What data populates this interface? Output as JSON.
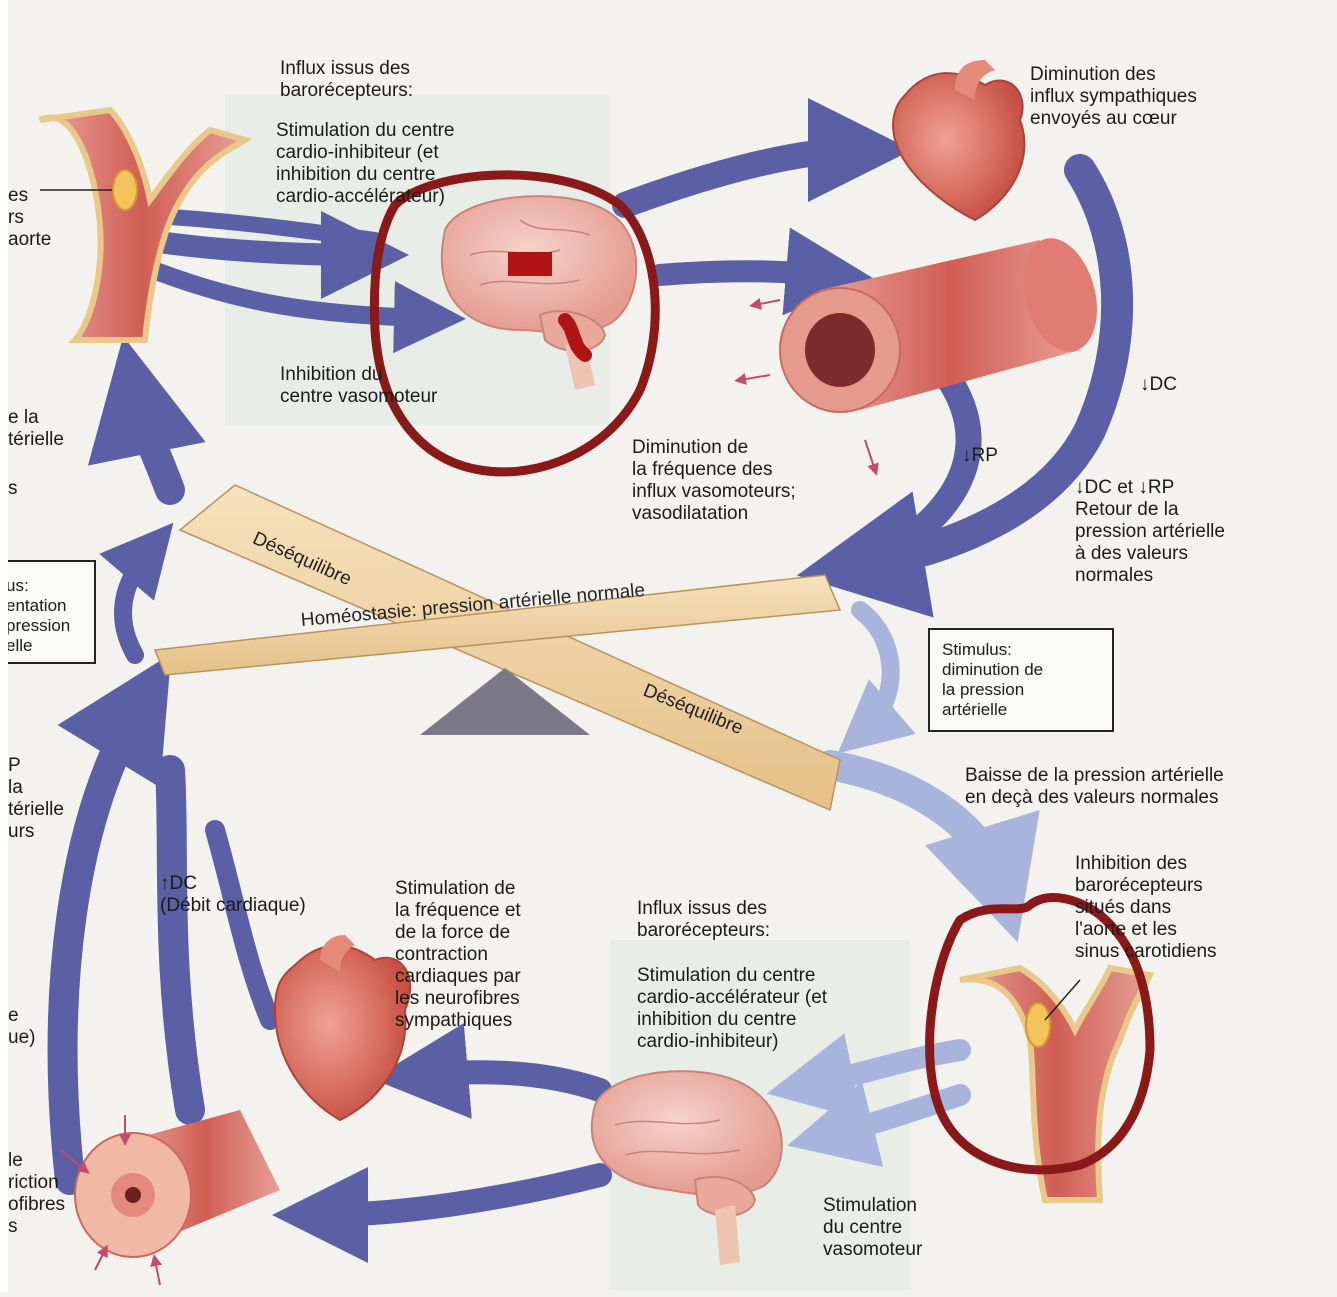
{
  "left_margin": {
    "top": "es\nrs\naorte",
    "mid1": "e la\ntérielle",
    "mid2": "s",
    "stimulus_box": "us:\nentation\npression\nelle",
    "mid3": "P\nla\ntérielle\nurs",
    "mid4": "e\nue)",
    "bottom": "le\nriction\nofibres\ns"
  },
  "upper": {
    "baro_influx_title": "Influx issus des\nbarorécepteurs:",
    "baro_influx_body": "Stimulation du centre\ncardio-inhibiteur (et\ninhibition du centre\ncardio-accélérateur)",
    "vasomotor_inhibition": "Inhibition du\ncentre vasomoteur",
    "sympathetic_decrease": "Diminution des\ninflux sympathiques\nenvoyés au cœur",
    "vasodilatation": "Diminution de\nla fréquence des\ninflux vasomoteurs;\nvasodilatation",
    "dc_down": "↓DC",
    "rp_down": "↓RP",
    "return_normal": "↓DC et ↓RP\nRetour de la\npression artérielle\nà des valeurs\nnormales"
  },
  "balance": {
    "desequilibre_top": "Déséquilibre",
    "homeostasis": "Homéostasie: pression artérielle normale",
    "desequilibre_bottom": "Déséquilibre"
  },
  "stimulus_right": {
    "text": "Stimulus:\ndiminution de\nla pression\nartérielle"
  },
  "lower": {
    "drop_below": "Baisse de la pression artérielle\nen deçà des valeurs normales",
    "baro_inhibition": "Inhibition des\nbarorécepteurs\nsitués dans\nl'aorte et les\nsinus carotidiens",
    "baro_influx_title": "Influx issus des\nbarorécepteurs:",
    "baro_influx_body": "Stimulation du centre\ncardio-accélérateur (et\ninhibition du centre\ncardio-inhibiteur)",
    "vasomotor_stim": "Stimulation\ndu centre\nvasomoteur",
    "heart_stim": "Stimulation de\nla fréquence et\nde la force de\ncontraction\ncardiaques par\nles neurofibres\nsympathiques",
    "dc_up": "↑DC\n(Débit cardiaque)"
  },
  "colors": {
    "arrow_dark": "#5a5fa6",
    "arrow_light": "#a9b4dc",
    "plank": "#efd2a2",
    "annotation_red": "#8a1a1a",
    "vessel": "#d9716a",
    "heart": "#d8685c",
    "brain": "#f1b7ad"
  }
}
